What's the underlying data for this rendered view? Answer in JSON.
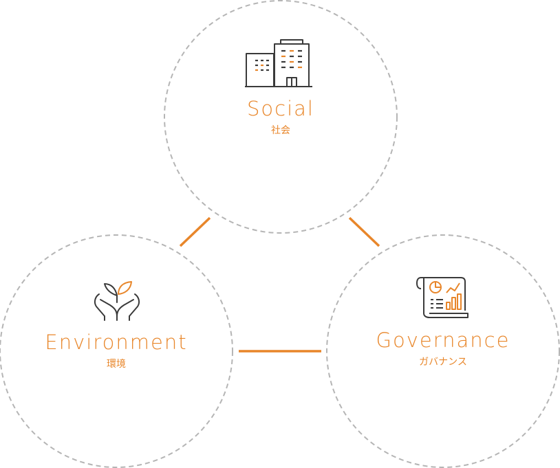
{
  "colors": {
    "accent": "#e8862a",
    "icon_stroke": "#3a3a3a",
    "circle_stroke": "#b5b5b5",
    "background": "#ffffff"
  },
  "nodes": {
    "social": {
      "title": "Social",
      "subtitle": "社会",
      "icon": "buildings-icon"
    },
    "environment": {
      "title": "Environment",
      "subtitle": "環境",
      "icon": "sprout-in-hands-icon"
    },
    "governance": {
      "title": "Governance",
      "subtitle": "ガバナンス",
      "icon": "report-document-icon"
    }
  }
}
